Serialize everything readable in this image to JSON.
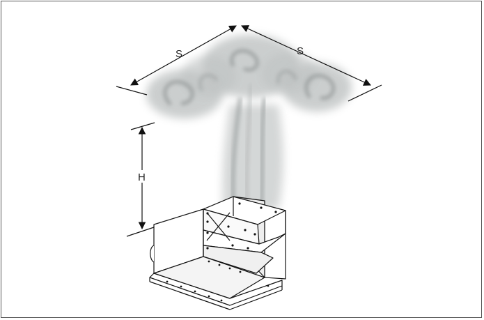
{
  "labels": {
    "spread_left": "S",
    "spread_right": "S",
    "height": "H"
  },
  "colors": {
    "line": "#111111",
    "smoke": "#9aa0a0",
    "unit_face": "#ffffff",
    "unit_shade": "#e6e6e6"
  }
}
